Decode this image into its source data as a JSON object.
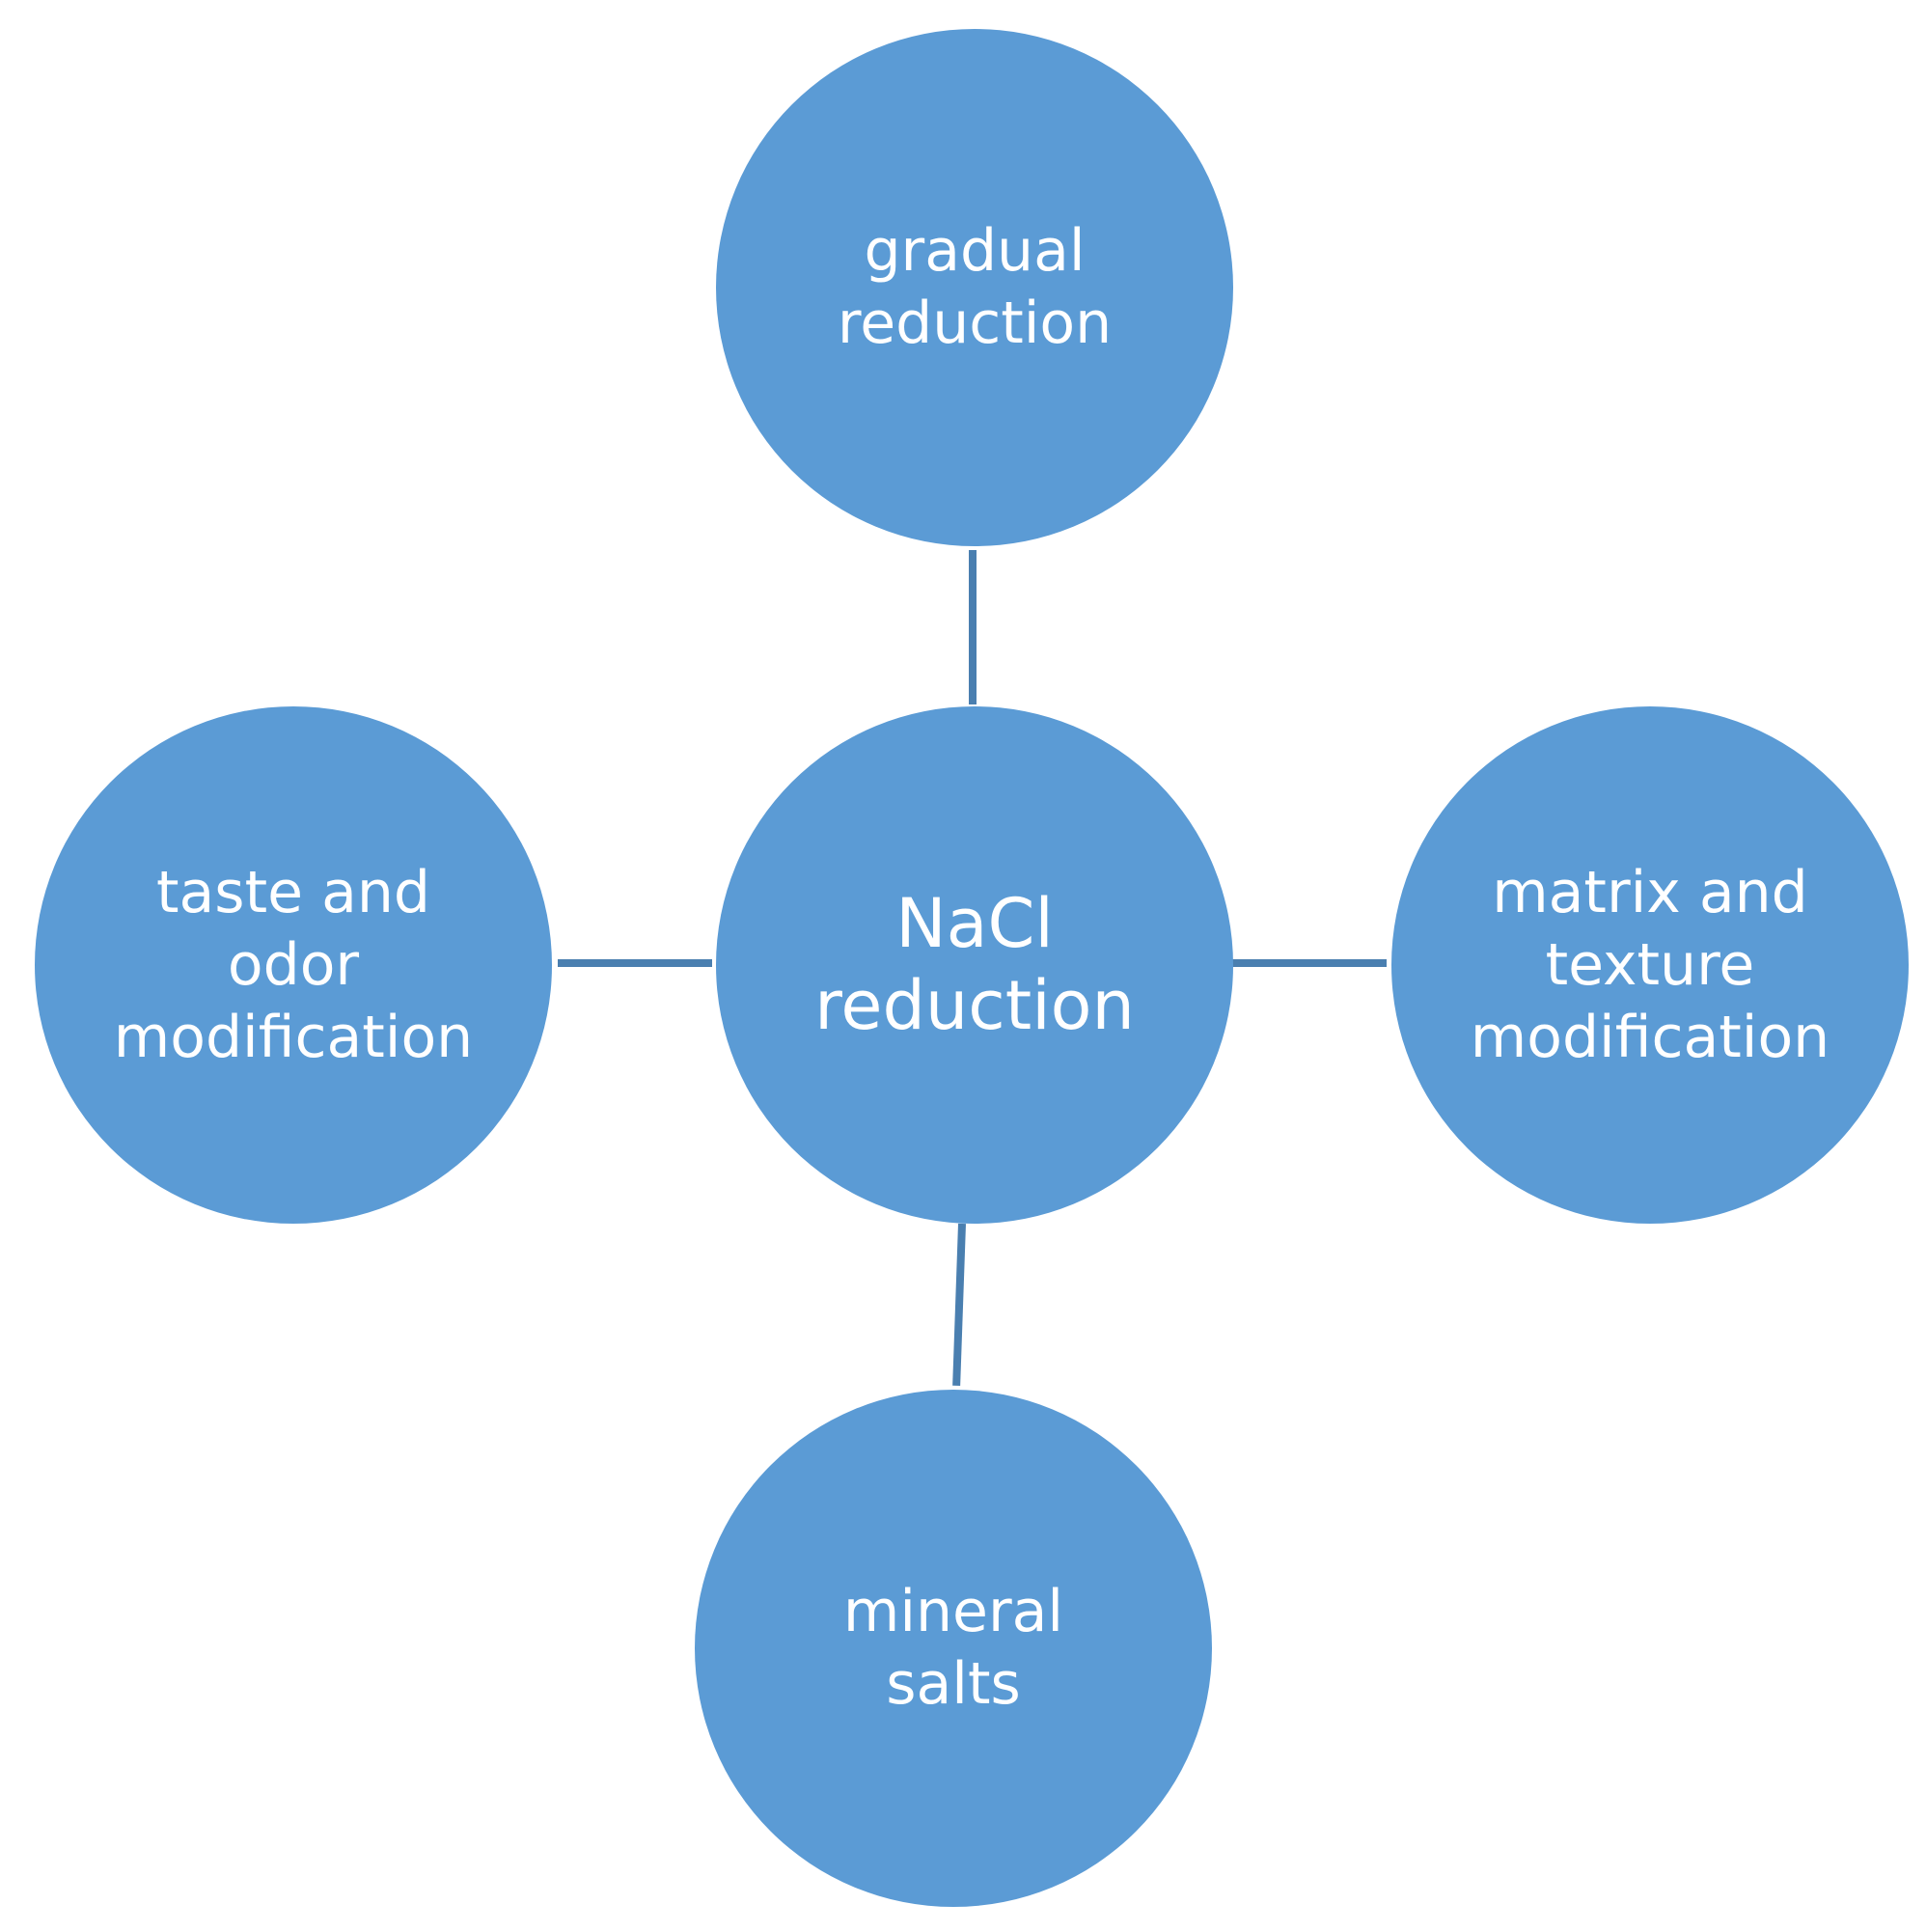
{
  "colors": {
    "node_fill": "#5b9bd5",
    "connector": "#4a7fb0",
    "text": "#ffffff"
  },
  "nodes": {
    "center": {
      "label": "NaCl\nreduction"
    },
    "top": {
      "label": "gradual\nreduction"
    },
    "left": {
      "label": "taste and\nodor\nmodification"
    },
    "right": {
      "label": "matrix and\ntexture\nmodification"
    },
    "bottom": {
      "label": "mineral\nsalts"
    }
  }
}
